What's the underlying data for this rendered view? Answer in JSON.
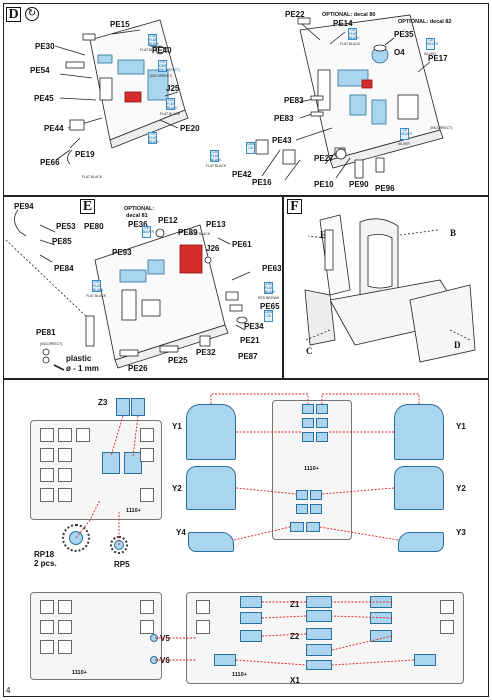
{
  "sections": {
    "d": "D",
    "e": "E",
    "f": "F"
  },
  "page_number": "4",
  "labels_d": {
    "pe15": "PE15",
    "pe30": "PE30",
    "pe40": "PE40",
    "pe54": "PE54",
    "pe45": "PE45",
    "j25": "J25",
    "pe44": "PE44",
    "pe20": "PE20",
    "pe19": "PE19",
    "pe66": "PE66",
    "pe22": "PE22",
    "opt80": "OPTIONAL: decal 80",
    "pe14": "PE14",
    "opt82": "OPTIONAL: decal 82",
    "pe35": "PE35",
    "o4": "O4",
    "pe17": "PE17",
    "pe83a": "PE83",
    "pe83b": "PE83",
    "pe43": "PE43",
    "pe42": "PE42",
    "pe16": "PE16",
    "pe27": "PE27",
    "pe10": "PE10",
    "pe90": "PE90",
    "pe96": "PE96"
  },
  "labels_e": {
    "pe94": "PE94",
    "pe53": "PE53",
    "pe85": "PE85",
    "pe84": "PE84",
    "opt81": "OPTIONAL:",
    "opt81b": "decal 81",
    "pe80": "PE80",
    "pe36": "PE36",
    "pe12": "PE12",
    "pe13": "PE13",
    "pe89": "PE89",
    "pe93": "PE93",
    "pe61": "PE61",
    "j26": "J26",
    "pe63": "PE63",
    "pe65": "PE65",
    "pe81": "PE81",
    "pe34": "PE34",
    "pe21": "PE21",
    "pe32": "PE32",
    "pe87": "PE87",
    "pe25": "PE25",
    "pe26": "PE26",
    "plastic": "plastic",
    "plastic_size": "ø - 1 mm"
  },
  "labels_f": {
    "e": "E",
    "b": "B",
    "c": "C",
    "d": "D"
  },
  "labels_masks": {
    "z3": "Z3",
    "y1l": "Y1",
    "y1r": "Y1",
    "y2l": "Y2",
    "y2r": "Y2",
    "y4": "Y4",
    "y3": "Y3",
    "rp18": "RP18",
    "rp18b": "2 pcs.",
    "rp5": "RP5",
    "z1": "Z1",
    "z2": "Z2",
    "x1": "X1",
    "v5": "V5",
    "v6": "V6",
    "sheet_a": "1110+",
    "sheet_b": "1110+",
    "sheet_c": "1110+",
    "sheet_d": "1110+"
  },
  "color_codes": {
    "c1": "C33\nFLAT BLACK",
    "c2": "C8\nC891\n(INCORRECT)",
    "c3": "C33\nFLAT BLACK",
    "c4": "C33\nFLAT BLACK",
    "c5": "C8\nSILVER",
    "c6": "C33\nFLAT BLACK",
    "c7": "C8\nSILVER",
    "c8": "C33\nFLAT BLACK",
    "c9": "C891\nC8",
    "c10": "C8\nSILVER",
    "c11": "C33\nFLAT BLACK",
    "c12": "C891\nC8",
    "c13": "C33\nFLAT BLACK"
  },
  "notes": {
    "n1": "FLAT BLACK",
    "n2": "(INCORRECT)",
    "n3": "FLAT BLACK",
    "n4": "FLAT BLACK",
    "n5": "SILVER",
    "n6": "FLAT BLACK",
    "n7": "SILVER",
    "n8": "FLAT BLACK",
    "n9": "(INCORRECT)",
    "n10": "FLAT BLACK",
    "n11": "FLAT BLACK",
    "n12": "RED BROWN",
    "n13": "(INCORRECT)"
  },
  "colors": {
    "accent_blue": "#2f8ac4",
    "part_blue": "#a9d6ee",
    "part_red": "#d62c2c",
    "guide_red": "#e02020"
  }
}
